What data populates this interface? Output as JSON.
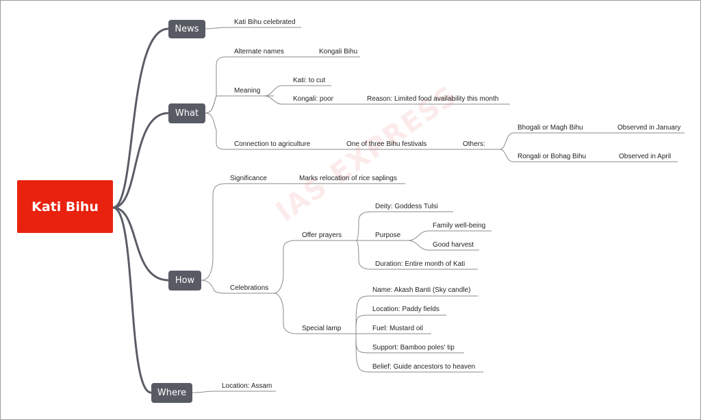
{
  "root": {
    "label": "Kati Bihu"
  },
  "news": {
    "label": "News",
    "item": "Kati Bihu celebrated"
  },
  "what": {
    "label": "What",
    "alternate_names": {
      "label": "Alternate names",
      "value": "Kongali Bihu"
    },
    "meaning": {
      "label": "Meaning",
      "kati": "Kati: to cut",
      "kongali": "Kongali: poor",
      "reason": "Reason: Limited food availability this month"
    },
    "connection": {
      "label": "Connection to agriculture",
      "one_of_three": "One of three Bihu festivals",
      "others": "Others:",
      "bhogali": "Bhogali or Magh Bihu",
      "bhogali_when": "Observed in January",
      "rongali": "Rongali or Bohag Bihu",
      "rongali_when": "Observed in April"
    }
  },
  "how": {
    "label": "How",
    "significance": {
      "label": "Significance",
      "value": "Marks relocation of rice saplings"
    },
    "celebrations": {
      "label": "Celebrations",
      "offer_prayers": {
        "label": "Offer prayers",
        "deity": "Deity: Goddess Tulsi",
        "purpose": "Purpose",
        "family": "Family well-being",
        "harvest": "Good harvest",
        "duration": "Duration: Entire month of Kati"
      },
      "special_lamp": {
        "label": "Special lamp",
        "name": "Name: Akash Banti (Sky candle)",
        "location": "Location: Paddy fields",
        "fuel": "Fuel: Mustard oil",
        "support": "Support: Bamboo poles' tip",
        "belief": "Belief: Guide ancestors to heaven"
      }
    }
  },
  "where": {
    "label": "Where",
    "location": "Location: Assam"
  },
  "watermark": "IAS EXPRESS",
  "colors": {
    "root": "#e8220f",
    "branch": "#585b64",
    "main_connector": "#5a5d66",
    "sub_connector": "#8a8a8a"
  }
}
